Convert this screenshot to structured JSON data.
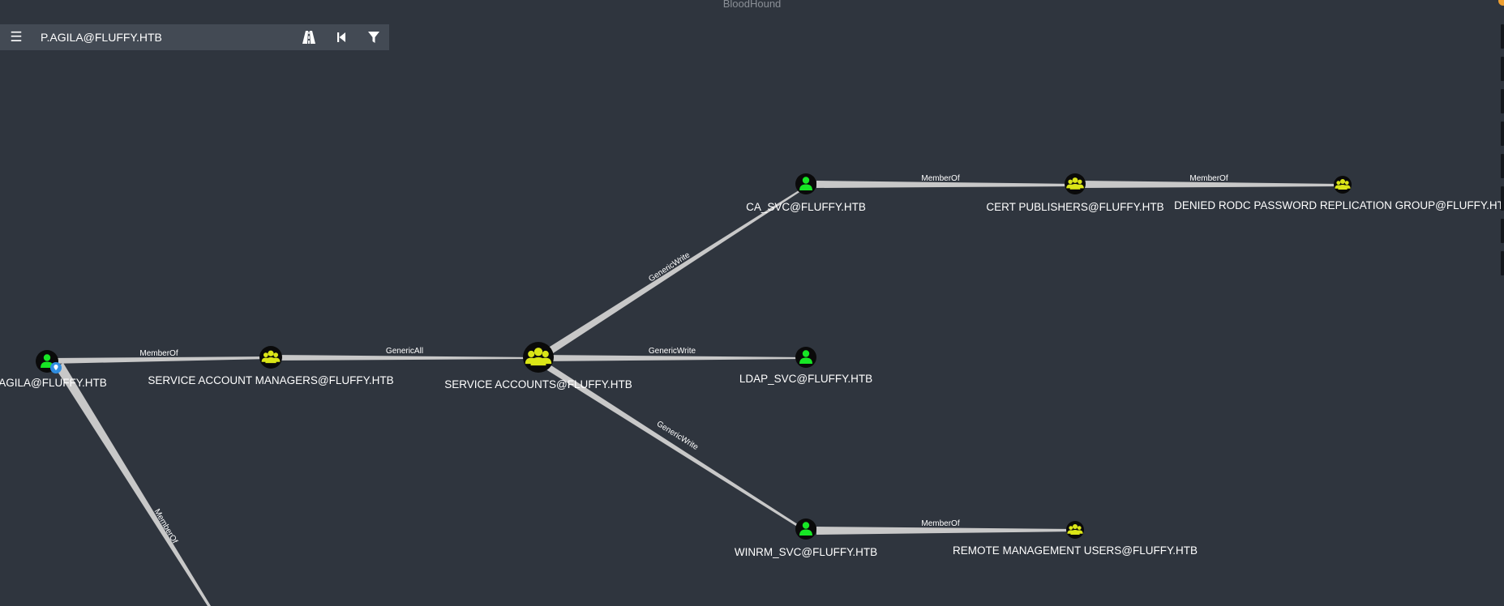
{
  "window": {
    "title": "BloodHound"
  },
  "search": {
    "value": "P.AGILA@FLUFFY.HTB"
  },
  "toolbar": {
    "menu_icon": "hamburger-menu-icon",
    "pathfinding_icon": "road-icon",
    "back_icon": "step-back-icon",
    "filter_icon": "filter-icon"
  },
  "colors": {
    "background": "#2f353e",
    "user_node": "#17e625",
    "group_node": "#dbe617",
    "edge": "#c8c8c8",
    "owned_badge": "#2f8de0"
  },
  "graph": {
    "nodes": [
      {
        "name": "agila",
        "label": "AGILA@FLUFFY.HTB",
        "type": "user"
      },
      {
        "name": "service-account-managers",
        "label": "SERVICE ACCOUNT MANAGERS@FLUFFY.HTB",
        "type": "group"
      },
      {
        "name": "service-accounts",
        "label": "SERVICE ACCOUNTS@FLUFFY.HTB",
        "type": "group"
      },
      {
        "name": "ca-svc",
        "label": "CA_SVC@FLUFFY.HTB",
        "type": "user"
      },
      {
        "name": "ldap-svc",
        "label": "LDAP_SVC@FLUFFY.HTB",
        "type": "user"
      },
      {
        "name": "winrm-svc",
        "label": "WINRM_SVC@FLUFFY.HTB",
        "type": "user"
      },
      {
        "name": "cert-publishers",
        "label": "CERT PUBLISHERS@FLUFFY.HTB",
        "type": "group"
      },
      {
        "name": "denied-rodc",
        "label": "DENIED RODC PASSWORD REPLICATION GROUP@FLUFFY.HTB",
        "type": "group"
      },
      {
        "name": "remote-management-users",
        "label": "REMOTE MANAGEMENT USERS@FLUFFY.HTB",
        "type": "group"
      }
    ],
    "edges": [
      {
        "name": "agila-memberof-sam",
        "label": "MemberOf"
      },
      {
        "name": "sam-genericall-sa",
        "label": "GenericAll"
      },
      {
        "name": "sa-genericwrite-ca",
        "label": "GenericWrite"
      },
      {
        "name": "sa-genericwrite-ldap",
        "label": "GenericWrite"
      },
      {
        "name": "sa-genericwrite-winrm",
        "label": "GenericWrite"
      },
      {
        "name": "ca-memberof-certpub",
        "label": "MemberOf"
      },
      {
        "name": "certpub-memberof-denied",
        "label": "MemberOf"
      },
      {
        "name": "winrm-memberof-rmu",
        "label": "MemberOf"
      },
      {
        "name": "agila-memberof-offscreen",
        "label": "MemberOf"
      }
    ]
  }
}
